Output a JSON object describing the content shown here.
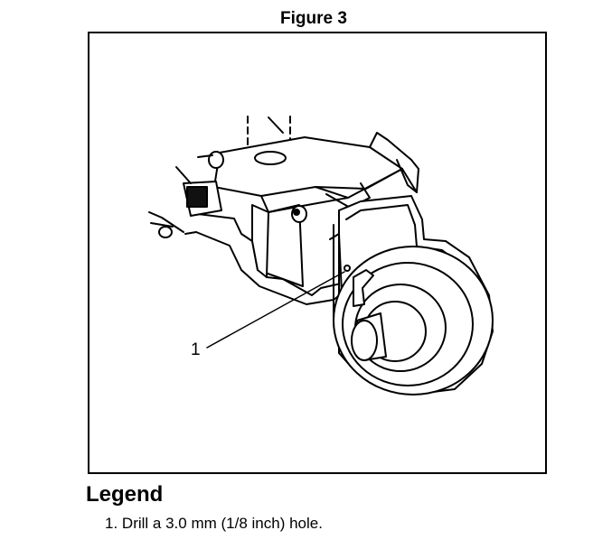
{
  "figure": {
    "title": "Figure 3",
    "callouts": [
      {
        "label": "1"
      }
    ]
  },
  "legend": {
    "heading": "Legend",
    "items": [
      {
        "number": "1.",
        "text": "Drill a 3.0 mm (1/8 inch) hole."
      }
    ]
  }
}
